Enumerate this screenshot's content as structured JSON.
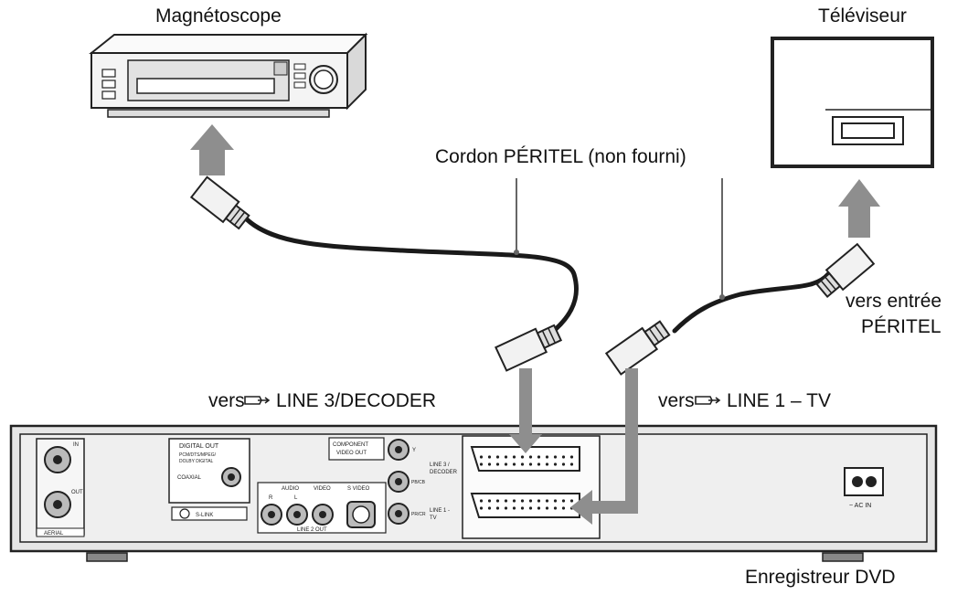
{
  "labels": {
    "vcr": "Magnétoscope",
    "tv": "Téléviseur",
    "cable": "Cordon PÉRITEL (non fourni)",
    "tv_input_line1": "vers entrée",
    "tv_input_line2": "PÉRITEL",
    "to_line3_prefix": "vers",
    "to_line3": "LINE 3/DECODER",
    "to_line1_prefix": "vers",
    "to_line1": "LINE 1 – TV",
    "recorder": "Enregistreur DVD"
  },
  "panel": {
    "digital_out": "DIGITAL OUT",
    "digital_out_sub1": "PCM/DTS/MPEG/",
    "digital_out_sub2": "DOLBY DIGITAL",
    "coaxial": "COAXIAL",
    "s_link": "S-LINK",
    "audio": "AUDIO",
    "video": "VIDEO",
    "s_video": "S VIDEO",
    "line2_out": "LINE 2 OUT",
    "r": "R",
    "l": "L",
    "component_1": "COMPONENT",
    "component_2": "VIDEO OUT",
    "y": "Y",
    "pb": "PB/CB",
    "pr": "PR/CR",
    "line3_a": "LINE 3 /",
    "line3_b": "DECODER",
    "line1_a": "LINE 1 -",
    "line1_b": "TV",
    "ac_in": "~ AC IN",
    "aerial": "AERIAL",
    "ant_in": "IN",
    "ant_out": "OUT"
  },
  "colors": {
    "arrow": "#8e8e8e",
    "line": "#222222",
    "panel": "#e6e6e6"
  },
  "icons": {
    "scart_symbol": "scart-input-icon"
  }
}
